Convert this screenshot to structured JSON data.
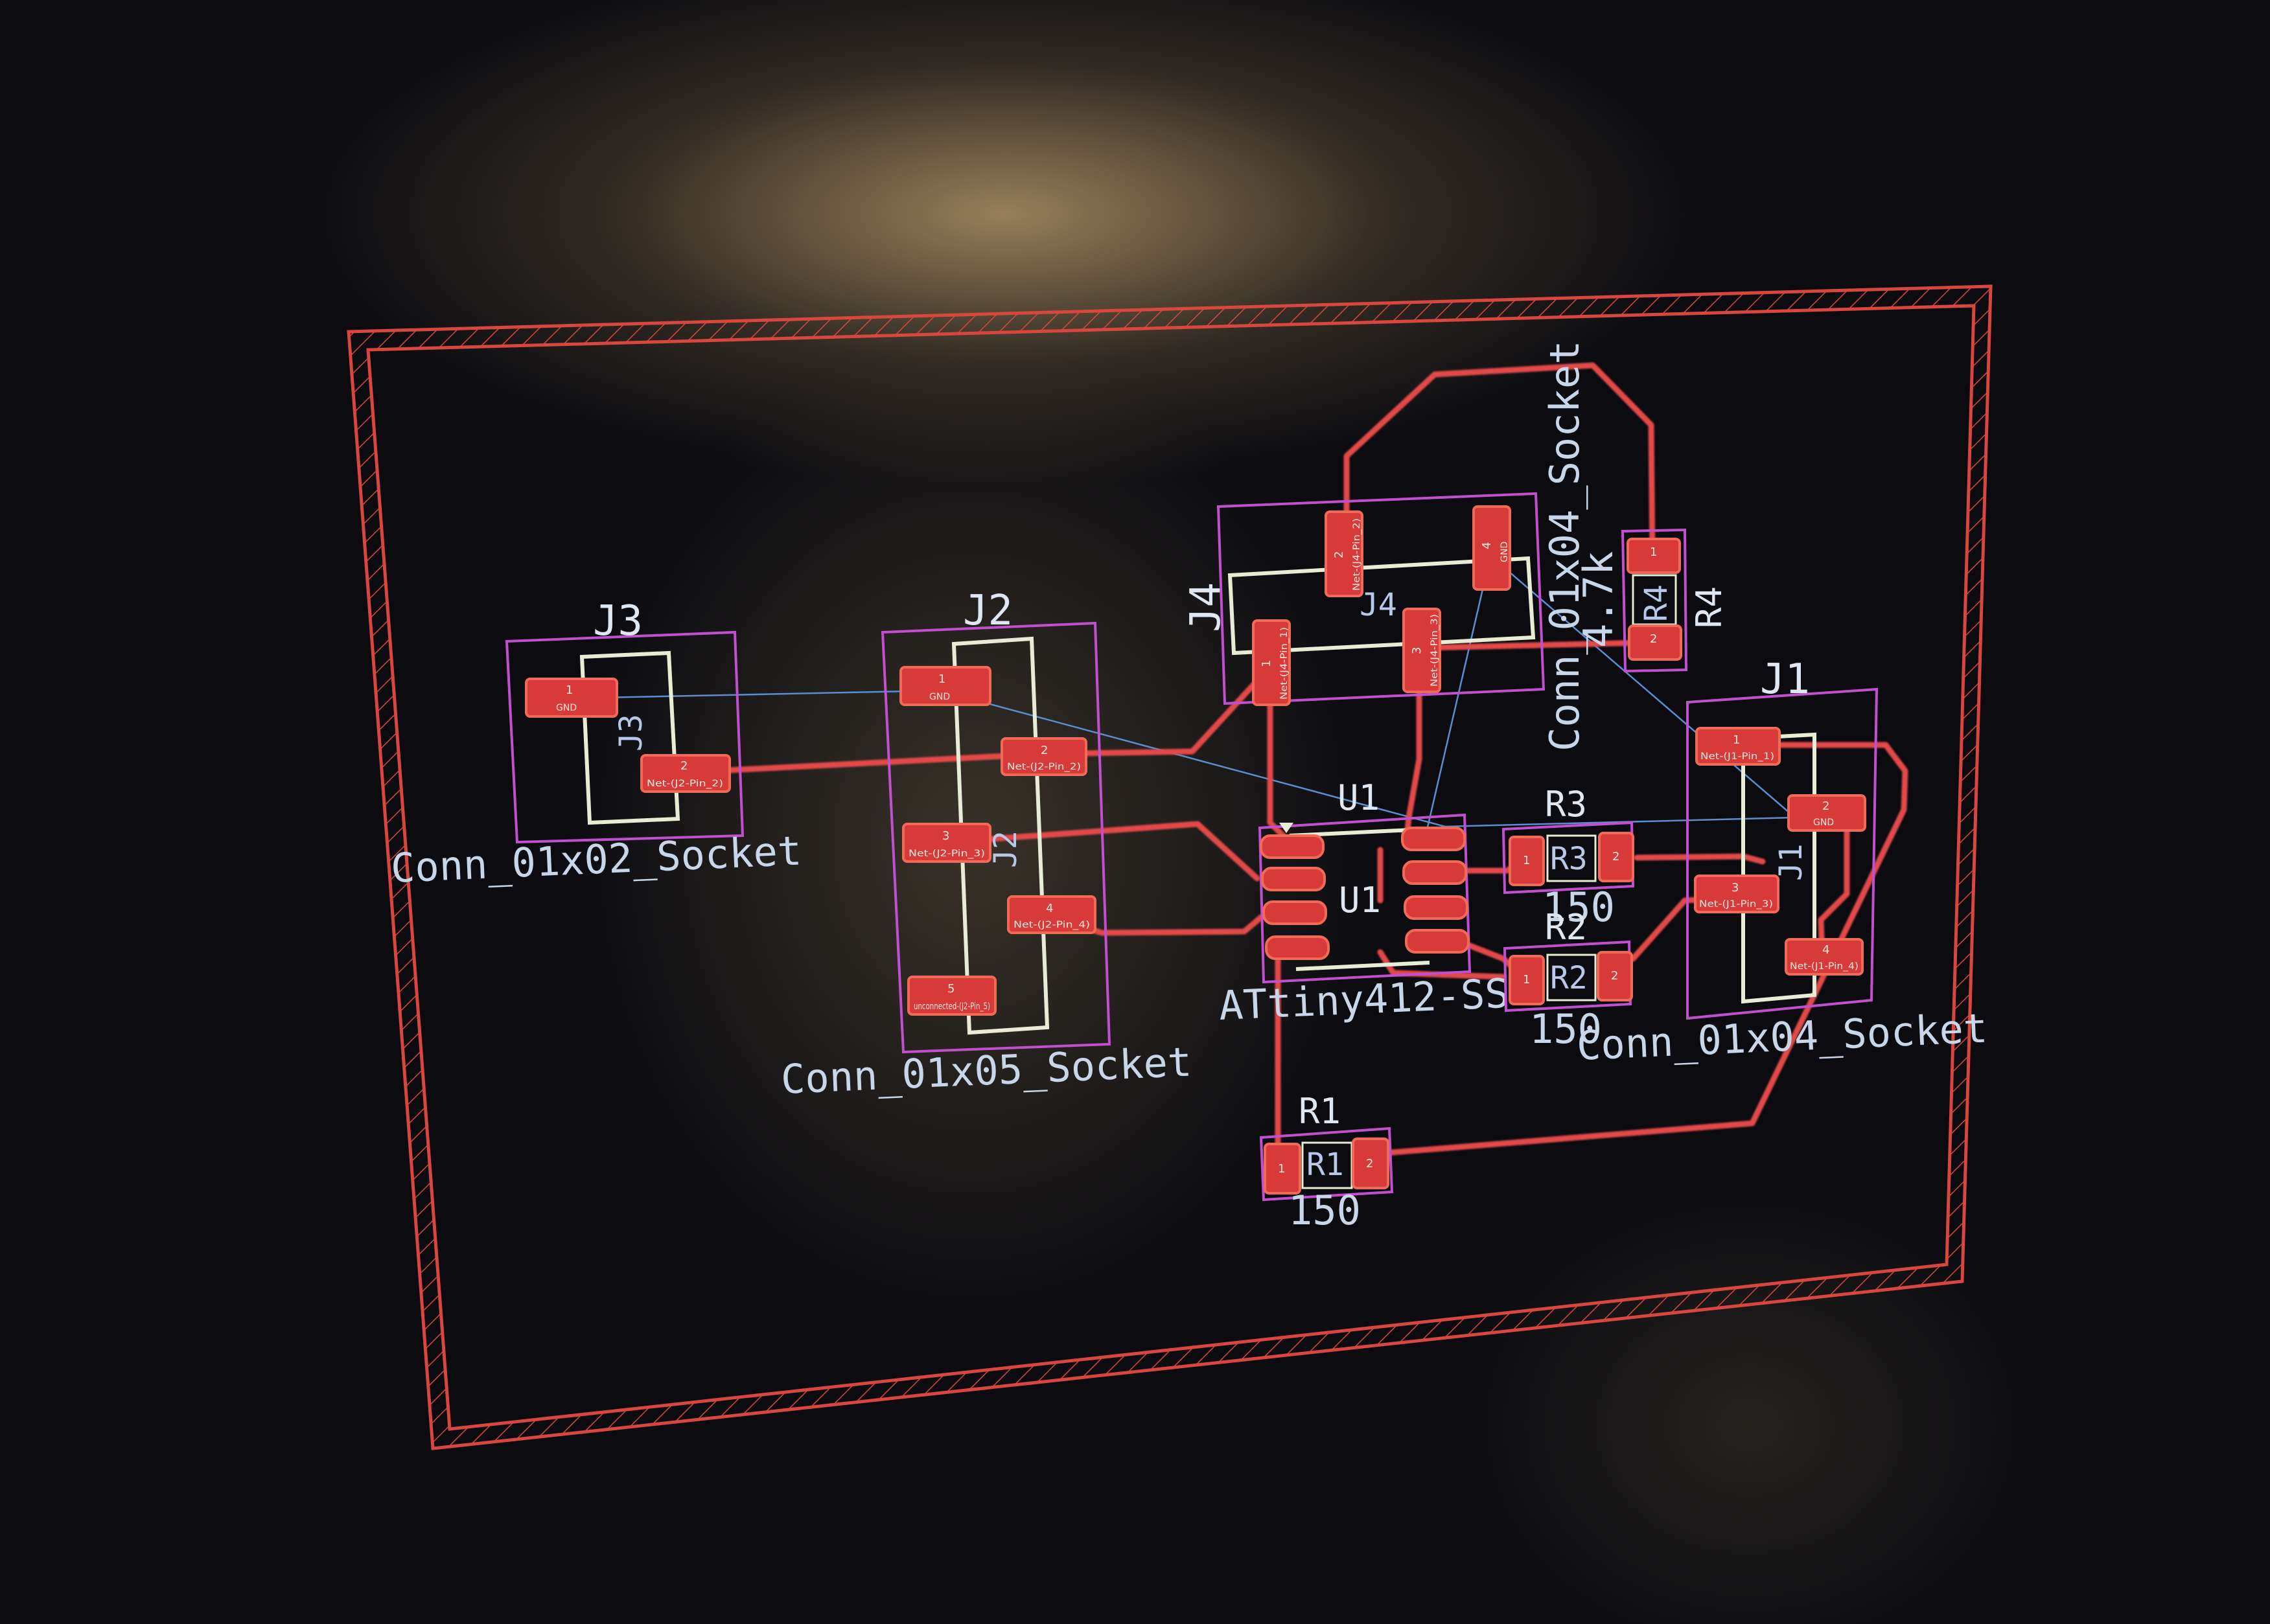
{
  "board": {
    "colors": {
      "edge_cuts": "#d8463e",
      "courtyard": "#c24fd0",
      "silkscreen": "#e8ecd6",
      "pad_copper": "#d83a3a",
      "track_copper": "#e24a48",
      "ratsnest": "#5a8ed0",
      "reference_text": "#dfe7f2"
    }
  },
  "footprints": {
    "J3": {
      "ref": "J3",
      "fab_ref": "J3",
      "value": "Conn_01x02_Socket",
      "pads": [
        {
          "num": "1",
          "net": "GND"
        },
        {
          "num": "2",
          "net": "Net-(J2-Pin_2)"
        }
      ]
    },
    "J2": {
      "ref": "J2",
      "fab_ref": "J2",
      "value": "Conn_01x05_Socket",
      "pads": [
        {
          "num": "1",
          "net": "GND"
        },
        {
          "num": "2",
          "net": "Net-(J2-Pin_2)"
        },
        {
          "num": "3",
          "net": "Net-(J2-Pin_3)"
        },
        {
          "num": "4",
          "net": "Net-(J2-Pin_4)"
        },
        {
          "num": "5",
          "net": "unconnected-(J2-Pin_5)"
        }
      ]
    },
    "J4": {
      "ref": "J4",
      "fab_ref": "J4",
      "value": "Conn_01x04_Socket",
      "pads": [
        {
          "num": "1",
          "net": "Net-(J4-Pin_1)"
        },
        {
          "num": "2",
          "net": "Net-(J4-Pin_2)"
        },
        {
          "num": "3",
          "net": "Net-(J4-Pin_3)"
        },
        {
          "num": "4",
          "net": "GND"
        }
      ]
    },
    "J1": {
      "ref": "J1",
      "fab_ref": "J1",
      "value": "Conn_01x04_Socket",
      "pads": [
        {
          "num": "1",
          "net": "Net-(J1-Pin_1)"
        },
        {
          "num": "2",
          "net": "GND"
        },
        {
          "num": "3",
          "net": "Net-(J1-Pin_3)"
        },
        {
          "num": "4",
          "net": "Net-(J1-Pin_4)"
        }
      ]
    },
    "U1": {
      "ref": "U1",
      "fab_ref": "U1",
      "value": "ATtiny412-SS"
    },
    "R1": {
      "ref": "R1",
      "fab_ref": "R1",
      "value": "150",
      "pads": [
        {
          "num": "1"
        },
        {
          "num": "2"
        }
      ]
    },
    "R2": {
      "ref": "R2",
      "fab_ref": "R2",
      "value": "150",
      "pads": [
        {
          "num": "1"
        },
        {
          "num": "2"
        }
      ]
    },
    "R3": {
      "ref": "R3",
      "fab_ref": "R3",
      "value": "150",
      "pads": [
        {
          "num": "1"
        },
        {
          "num": "2"
        }
      ]
    },
    "R4": {
      "ref": "R4",
      "fab_ref": "R4",
      "value": "4.7k",
      "pads": [
        {
          "num": "1"
        },
        {
          "num": "2"
        }
      ]
    }
  }
}
